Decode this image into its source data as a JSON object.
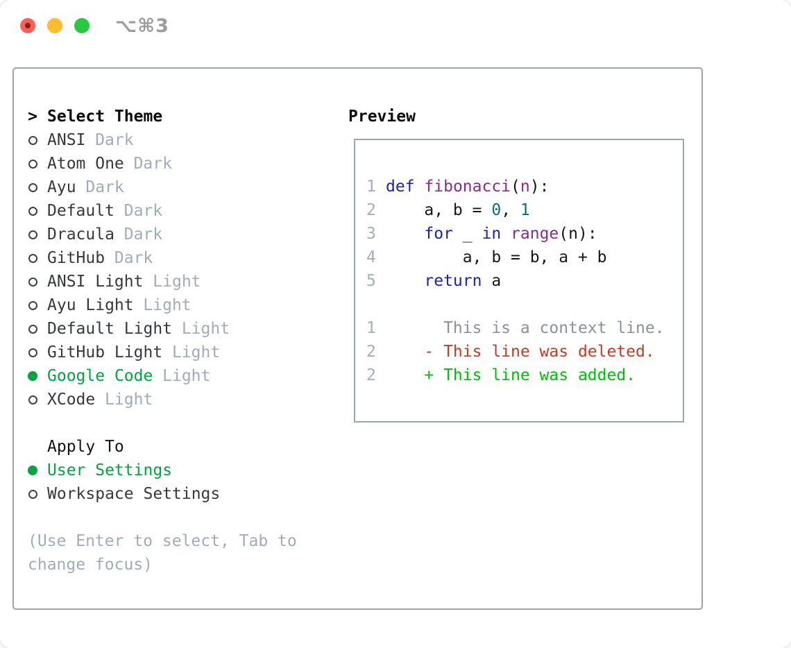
{
  "titlebar": {
    "shortcut": "⌥⌘3"
  },
  "colors": {
    "accent_green": "#00a440",
    "added_green": "#00bd0c",
    "deleted_red": "#c93a20",
    "keyword_blue": "#1b24ab",
    "function_purple": "#8a2a8d",
    "literal_teal": "#0e6f73",
    "muted_gray": "#a2abb8",
    "border_gray": "#9aa3b0"
  },
  "left": {
    "marker": ">",
    "title": "Select Theme",
    "items": [
      {
        "name": "ANSI",
        "variant": "Dark",
        "selected": false
      },
      {
        "name": "Atom One",
        "variant": "Dark",
        "selected": false
      },
      {
        "name": "Ayu",
        "variant": "Dark",
        "selected": false
      },
      {
        "name": "Default",
        "variant": "Dark",
        "selected": false
      },
      {
        "name": "Dracula",
        "variant": "Dark",
        "selected": false
      },
      {
        "name": "GitHub",
        "variant": "Dark",
        "selected": false
      },
      {
        "name": "ANSI Light",
        "variant": "Light",
        "selected": false
      },
      {
        "name": "Ayu Light",
        "variant": "Light",
        "selected": false
      },
      {
        "name": "Default Light",
        "variant": "Light",
        "selected": false
      },
      {
        "name": "GitHub Light",
        "variant": "Light",
        "selected": false
      },
      {
        "name": "Google Code",
        "variant": "Light",
        "selected": true
      },
      {
        "name": "XCode",
        "variant": "Light",
        "selected": false
      }
    ],
    "apply_title": "Apply To",
    "apply_options": [
      {
        "label": "User Settings",
        "selected": true
      },
      {
        "label": "Workspace Settings",
        "selected": false
      }
    ],
    "help_line1": "(Use Enter to select, Tab to",
    "help_line2": "change focus)"
  },
  "preview": {
    "title": "Preview",
    "code_lines": [
      {
        "number": "1",
        "segments": [
          {
            "t": "def",
            "c": "keyword"
          },
          {
            "t": " ",
            "c": "plain"
          },
          {
            "t": "fibonacci",
            "c": "function"
          },
          {
            "t": "(",
            "c": "plain"
          },
          {
            "t": "n",
            "c": "function"
          },
          {
            "t": "):",
            "c": "plain"
          }
        ]
      },
      {
        "number": "2",
        "segments": [
          {
            "t": "    a, b = ",
            "c": "plain"
          },
          {
            "t": "0",
            "c": "number"
          },
          {
            "t": ", ",
            "c": "plain"
          },
          {
            "t": "1",
            "c": "number"
          }
        ]
      },
      {
        "number": "3",
        "segments": [
          {
            "t": "    ",
            "c": "plain"
          },
          {
            "t": "for",
            "c": "keyword"
          },
          {
            "t": " _ ",
            "c": "plain"
          },
          {
            "t": "in",
            "c": "keyword"
          },
          {
            "t": " ",
            "c": "plain"
          },
          {
            "t": "range",
            "c": "function"
          },
          {
            "t": "(n):",
            "c": "plain"
          }
        ]
      },
      {
        "number": "4",
        "segments": [
          {
            "t": "        a, b = b, a + b",
            "c": "plain"
          }
        ]
      },
      {
        "number": "5",
        "segments": [
          {
            "t": "    ",
            "c": "plain"
          },
          {
            "t": "return",
            "c": "keyword"
          },
          {
            "t": " a",
            "c": "plain"
          }
        ]
      }
    ],
    "diff_lines": [
      {
        "number": "1",
        "text": "      This is a context line.",
        "kind": "context"
      },
      {
        "number": "2",
        "text": "    - This line was deleted.",
        "kind": "deleted"
      },
      {
        "number": "2",
        "text": "    + This line was added.",
        "kind": "added"
      }
    ]
  }
}
